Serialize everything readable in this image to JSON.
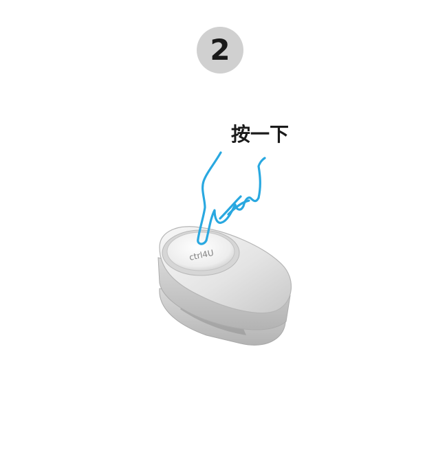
{
  "step": {
    "number": "2"
  },
  "instruction": {
    "text": "按一下"
  },
  "device": {
    "brand_text": "ctrl4U"
  },
  "colors": {
    "badge_background": "#d0d0d0",
    "badge_text": "#1a1a1a",
    "instruction_text": "#1a1a1a",
    "hand_outline": "#29a8e0",
    "device_body": "#e6e6e6"
  },
  "icons": {
    "step_badge": "numbered-circle",
    "hand": "pointing-hand-icon",
    "device": "smart-button-device"
  }
}
